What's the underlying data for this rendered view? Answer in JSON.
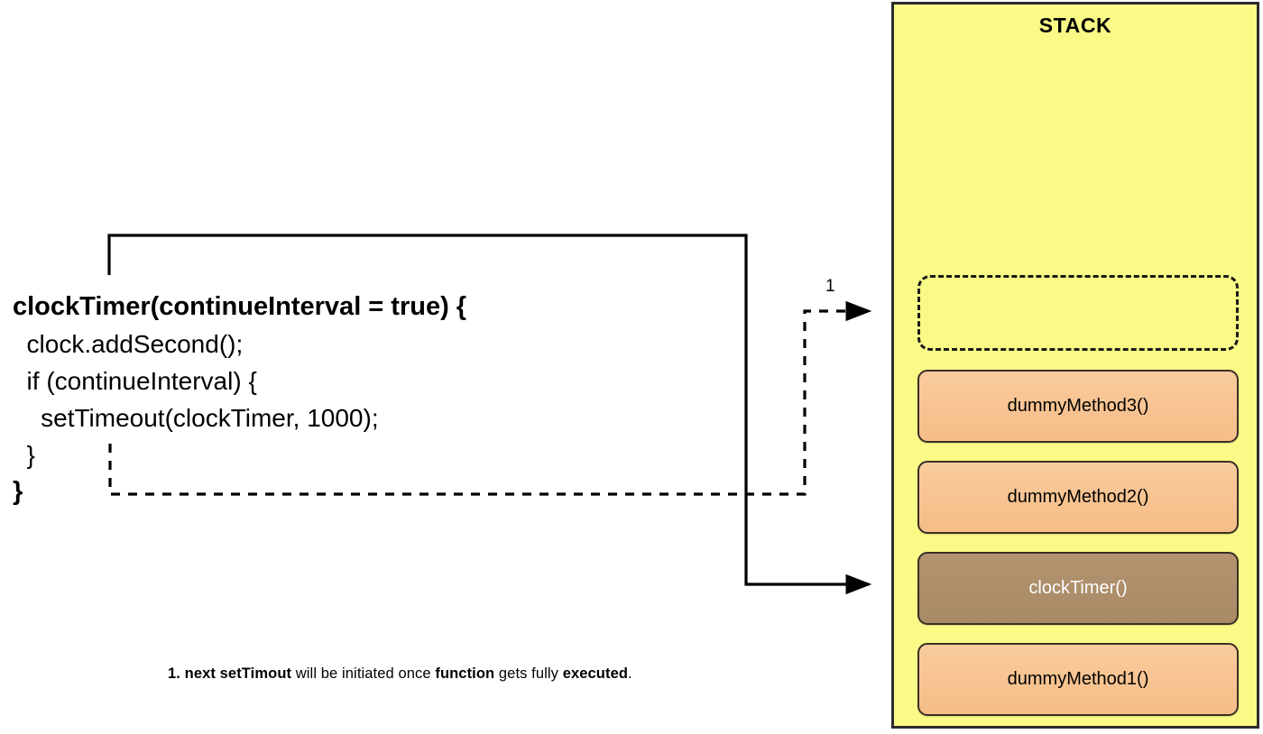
{
  "code": {
    "lines": [
      {
        "text": "clockTimer(continueInterval = true) {",
        "bold": true
      },
      {
        "text": "  clock.addSecond();",
        "bold": false
      },
      {
        "text": "  if (continueInterval) {",
        "bold": false
      },
      {
        "text": "    setTimeout(clockTimer, 1000);",
        "bold": false
      },
      {
        "text": "  }",
        "bold": false
      },
      {
        "text": "}",
        "bold": true
      }
    ]
  },
  "caption": {
    "prefix_bold": "1. next setTimout",
    "mid_1": " will be initiated once ",
    "bold_2": "function",
    "mid_2": " gets fully ",
    "bold_3": "executed",
    "suffix": "."
  },
  "connectors": {
    "step_label": "1"
  },
  "stack": {
    "title": "STACK",
    "colors": {
      "panel_bg": "#fafa87",
      "panel_border": "#2b2b2b",
      "frame_bg": "#f7c58c",
      "frame_border": "#3a3026",
      "active_frame_bg": "#b39370",
      "active_frame_text": "#ffffff"
    },
    "empty_slot": {
      "label": "",
      "state": "empty"
    },
    "frames": [
      {
        "label": "dummyMethod3()",
        "active": false
      },
      {
        "label": "dummyMethod2()",
        "active": false
      },
      {
        "label": "clockTimer()",
        "active": true
      },
      {
        "label": "dummyMethod1()",
        "active": false
      }
    ]
  }
}
